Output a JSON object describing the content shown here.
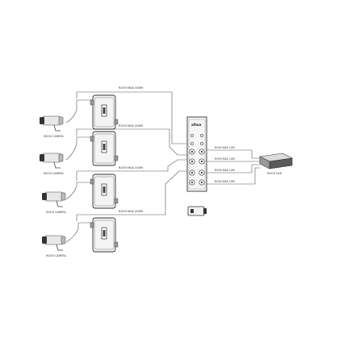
{
  "links": {
    "transmitter_1": "RG59 MAX 400M",
    "transmitter_2": "RG59 MAX 400M",
    "transmitter_3": "RG59 MAX 400M",
    "transmitter_4": "RG59 MAX 400M",
    "recorder_1": "RG59 MAX 10M",
    "recorder_2": "RG59 MAX 10M",
    "recorder_3": "RG59 MAX 10M",
    "recorder_4": "RG59 MAX 10M"
  },
  "cameras": [
    {
      "label": "HDCVI CAMERA"
    },
    {
      "label": "HDCVI CAMERA"
    },
    {
      "label": "HDCVI CAMERA"
    },
    {
      "label": "HDCVI CAMERA"
    }
  ],
  "receiver": {
    "brand": "alhua"
  },
  "recorder": {
    "label": "HDCVI DVR"
  },
  "colors": {
    "line": "#555555",
    "device_dark": "#3a3a3a",
    "device_mid": "#8a8a8a",
    "device_light": "#d8d8d8"
  }
}
